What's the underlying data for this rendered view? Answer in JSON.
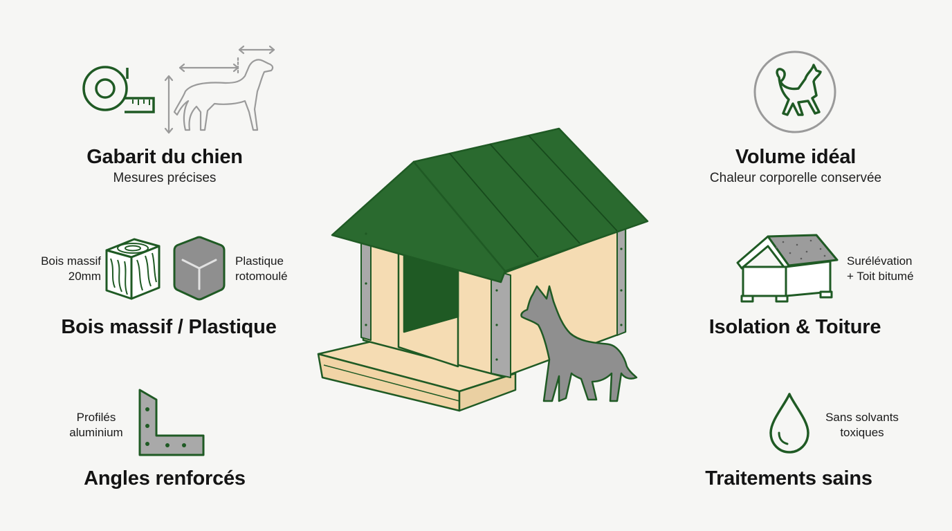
{
  "features": {
    "gabarit": {
      "title": "Gabarit du chien",
      "subtitle": "Mesures précises"
    },
    "materiaux": {
      "title": "Bois massif / Plastique",
      "bois_label": [
        "Bois massif",
        "20mm"
      ],
      "plastique_label": [
        "Plastique",
        "rotomoulé"
      ]
    },
    "angles": {
      "title": "Angles renforcés",
      "label": [
        "Profilés",
        "aluminium"
      ]
    },
    "volume": {
      "title": "Volume idéal",
      "subtitle": "Chaleur corporelle conservée"
    },
    "isolation": {
      "title": "Isolation & Toiture",
      "label": [
        "Surélévation",
        "+ Toit bitumé"
      ]
    },
    "traitements": {
      "title": "Traitements sains",
      "label": [
        "Sans solvants",
        "toxiques"
      ]
    }
  },
  "colors": {
    "green": "#1f5a24",
    "roof": "#2a6a2f",
    "wood": "#f5dcb3",
    "grey": "#8f8f8f",
    "metal": "#a9a9a9",
    "background": "#f6f6f4"
  }
}
